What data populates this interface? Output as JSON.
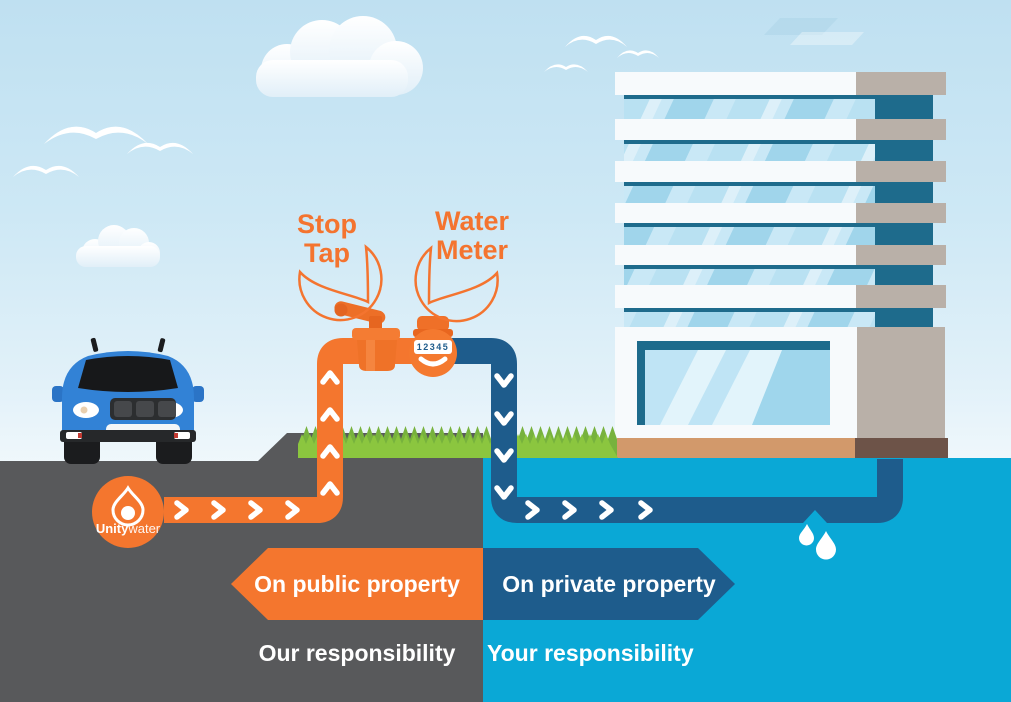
{
  "palette": {
    "orange": "#f4762e",
    "pipe_blue": "#1e5c8c",
    "underground_cyan": "#0aa8d6",
    "underground_gray": "#58595b",
    "grass_green": "#8bc63f",
    "building_teal": "#1e6b8c",
    "building_tan": "#d2996b",
    "building_brown": "#6d5348",
    "building_taupe": "#b9b0a8",
    "sky_top": "#bfe0f1",
    "text_white": "#ffffff"
  },
  "callouts": {
    "stop_tap": {
      "line1": "Stop",
      "line2": "Tap"
    },
    "water_meter": {
      "line1": "Water",
      "line2": "Meter"
    }
  },
  "water_meter": {
    "reading": "12345"
  },
  "logo": {
    "brand_bold": "Unity",
    "brand_light": "water"
  },
  "banners": {
    "public": {
      "label": "On public property",
      "responsibility": "Our responsibility"
    },
    "private": {
      "label": "On private property",
      "responsibility": "Your responsibility"
    }
  }
}
